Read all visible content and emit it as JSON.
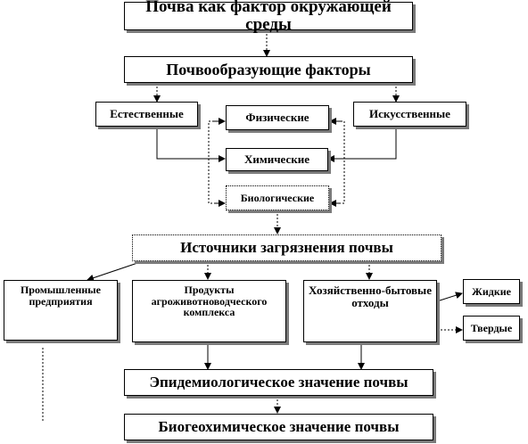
{
  "nodes": {
    "soil_env": "Почва как фактор окружающей среды",
    "soil_factors": "Почвообразующие факторы",
    "natural": "Естественные",
    "physical": "Физические",
    "artificial": "Искусственные",
    "chemical": "Химические",
    "biological": "Биологические",
    "pollution_sources": "Источники загрязнения почвы",
    "industrial": "Промышленные предприятия",
    "agro": "Продукты агроживотноводческого комплекса",
    "household": "Хозяйственно-бытовые отходы",
    "liquid": "Жидкие",
    "solid": "Твердые",
    "epidemiological": "Эпидемиологическое значение почвы",
    "biogeochemical": "Биогеохимическое значение почвы"
  }
}
